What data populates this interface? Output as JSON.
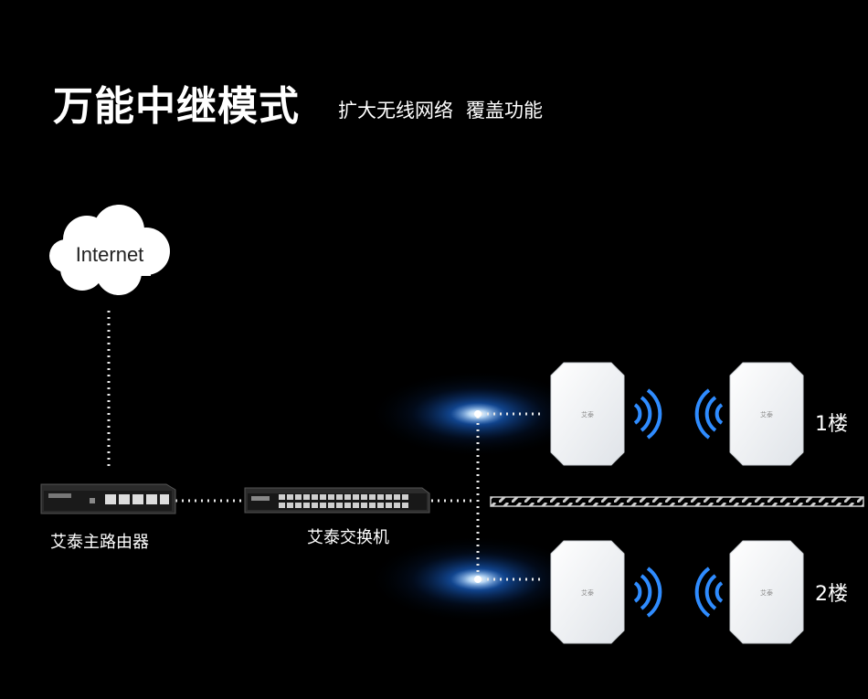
{
  "title": "万能中继模式",
  "subtitle": [
    "扩大无线网络",
    "覆盖功能"
  ],
  "cloud_label": "Internet",
  "router_label": "艾泰主路由器",
  "switch_label": "艾泰交换机",
  "floors": [
    "1楼",
    "2楼"
  ],
  "ap_logo": "艾泰",
  "colors": {
    "background": "#000000",
    "glow": "#1e7bff",
    "wifi": "#2f8cff",
    "ap_body": "#f4f6f8"
  },
  "icons": [
    "cloud-icon",
    "router-icon",
    "switch-icon",
    "access-point-icon",
    "wifi-signal-icon"
  ]
}
